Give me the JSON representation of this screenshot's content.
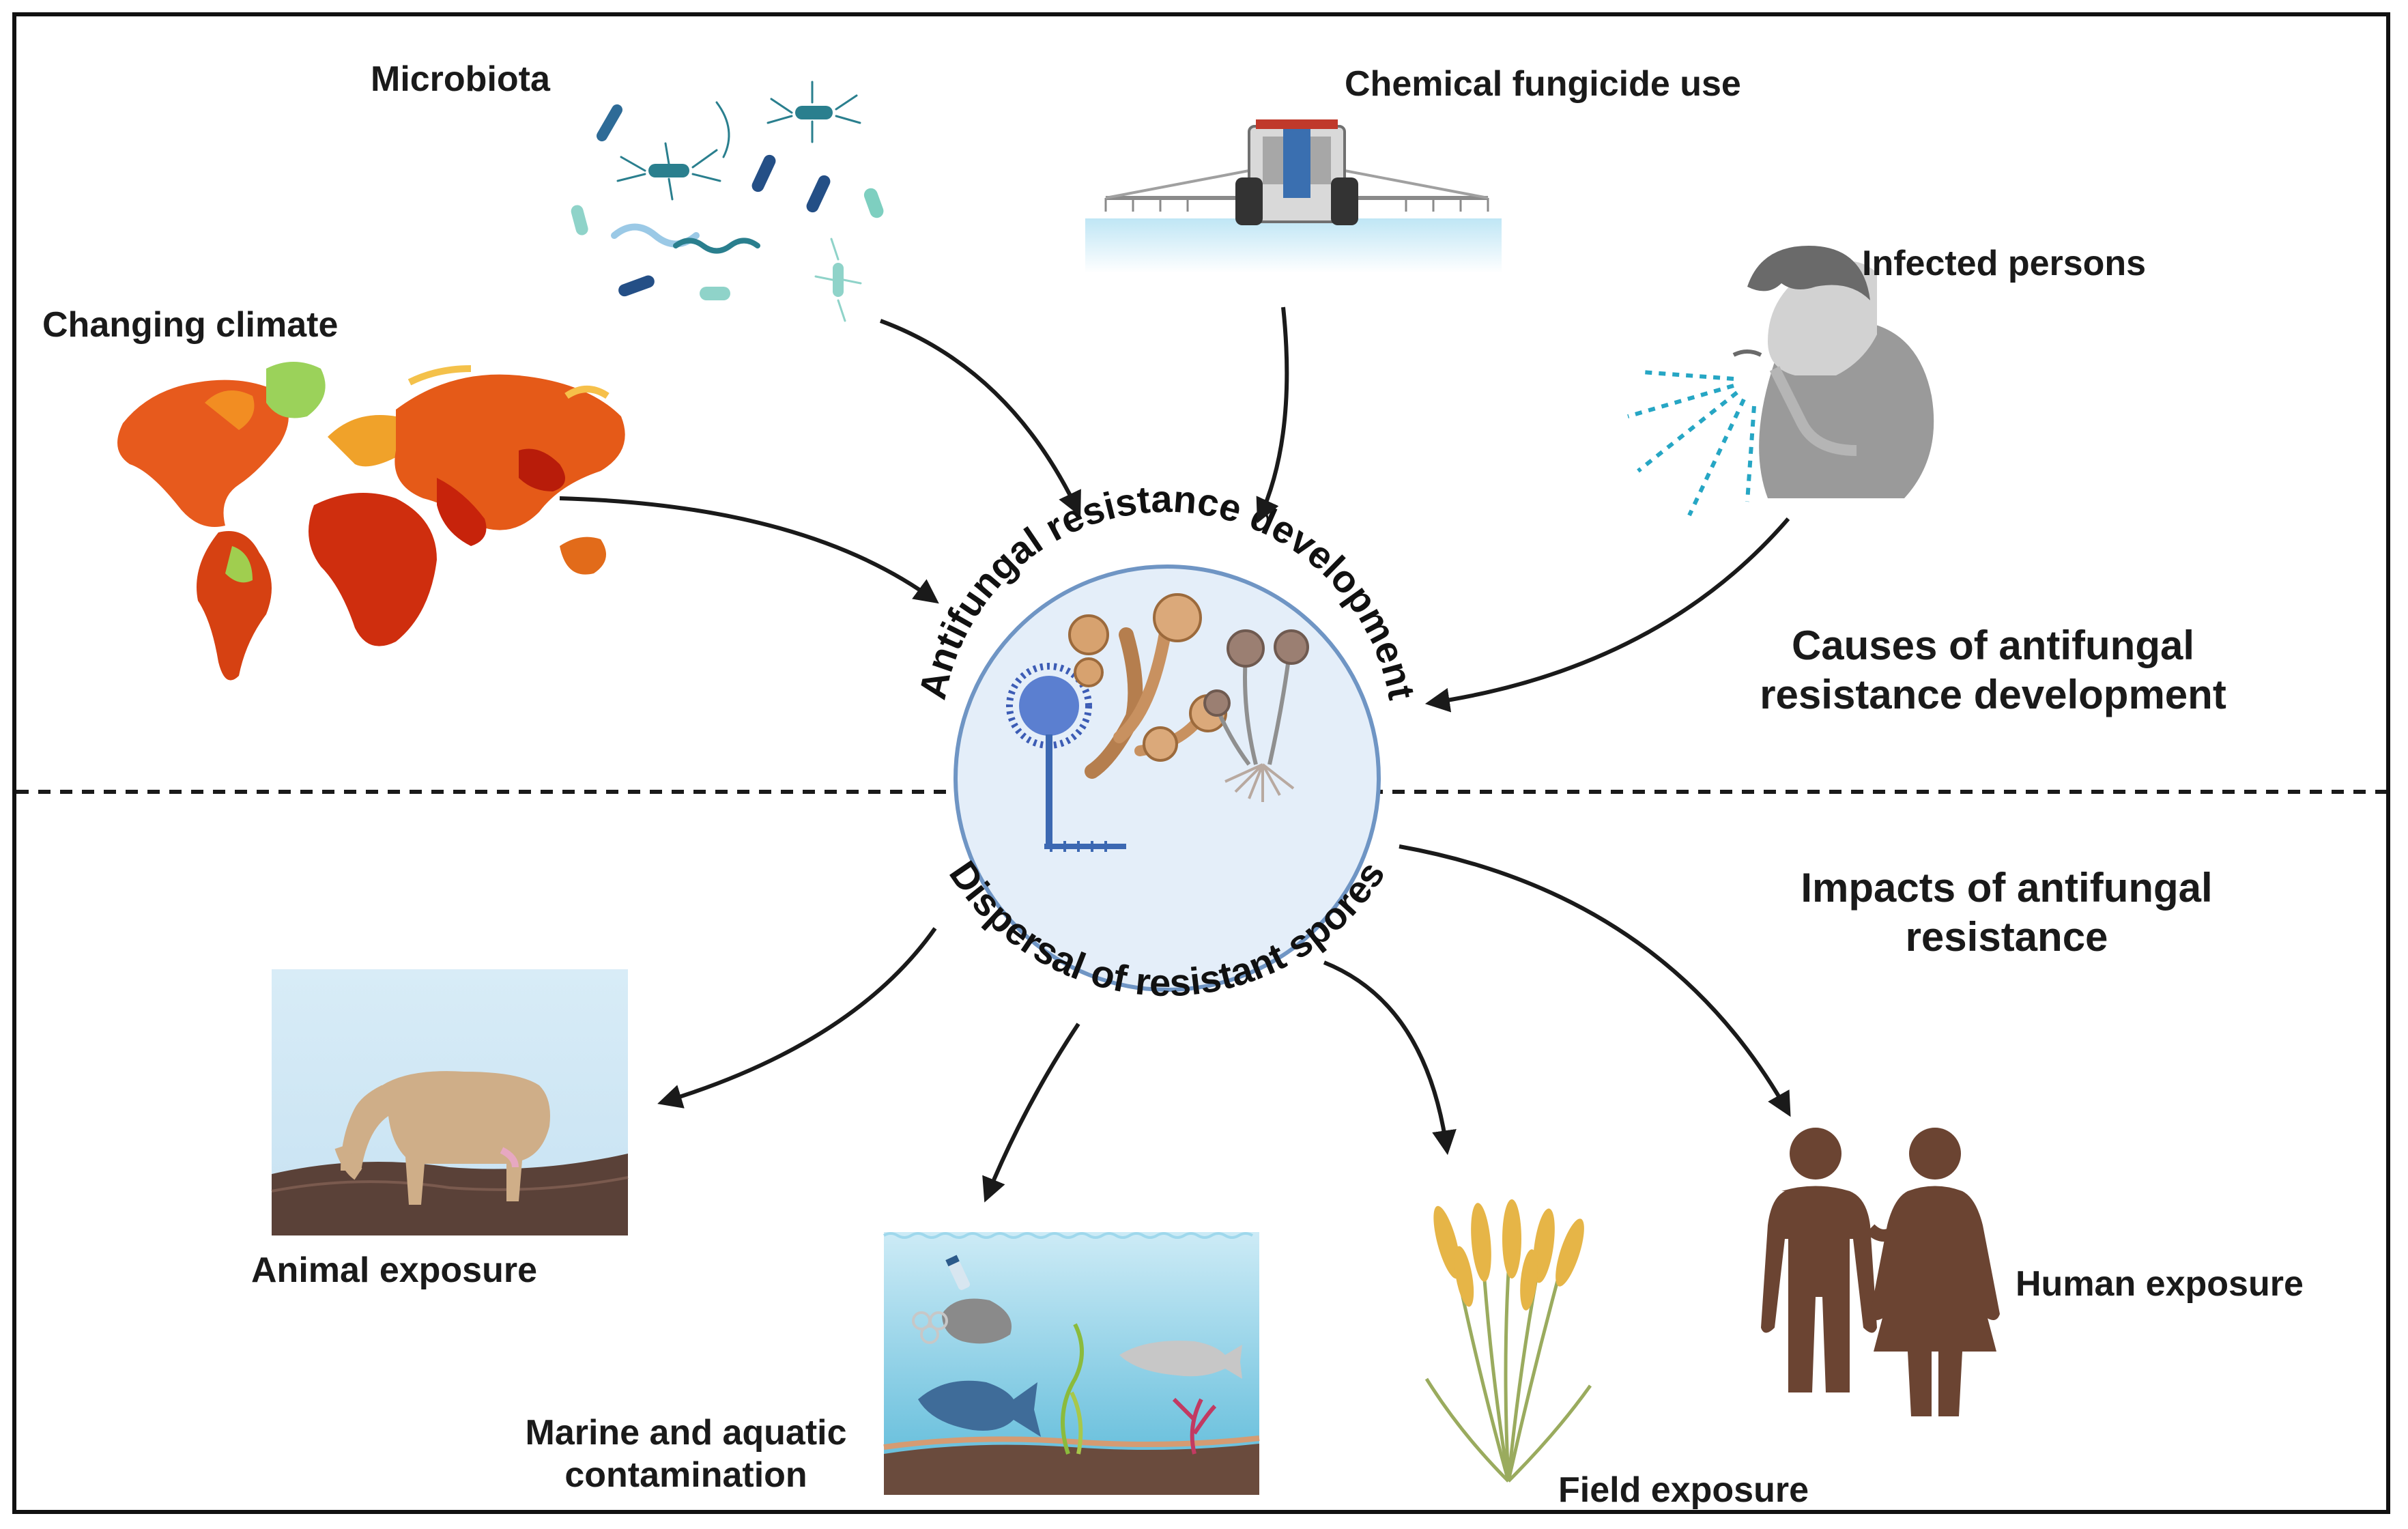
{
  "center": {
    "top_arc_label": "Antifungal resistance development",
    "bottom_arc_label": "Dispersal of resistant spores"
  },
  "causes": {
    "heading_line1": "Causes of antifungal",
    "heading_line2": "resistance development",
    "items": {
      "microbiota": "Microbiota",
      "fungicide": "Chemical fungicide use",
      "infected": "Infected persons",
      "climate": "Changing climate"
    }
  },
  "impacts": {
    "heading_line1": "Impacts of antifungal",
    "heading_line2": "resistance",
    "items": {
      "animal": "Animal exposure",
      "marine_line1": "Marine and aquatic",
      "marine_line2": "contamination",
      "field": "Field exposure",
      "human": "Human exposure"
    }
  },
  "icons": [
    "microbiota-icon",
    "tractor-sprayer-icon",
    "coughing-person-icon",
    "world-heat-map-icon",
    "fungi-icon",
    "cow-icon",
    "aquatic-scene-icon",
    "wheat-icon",
    "people-icon"
  ],
  "colors": {
    "arrow": "#1a1a1a",
    "circle_fill": "#e4eef9",
    "circle_stroke": "#6f95c4",
    "human": "#6b4432",
    "bacteria": "#2a7f8e"
  }
}
